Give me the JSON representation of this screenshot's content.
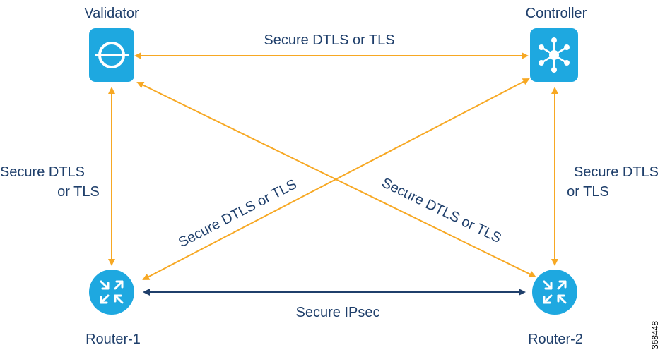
{
  "nodes": {
    "validator": {
      "label": "Validator",
      "icon": "validator-icon"
    },
    "controller": {
      "label": "Controller",
      "icon": "controller-hub-icon"
    },
    "router1": {
      "label": "Router-1",
      "icon": "router-icon"
    },
    "router2": {
      "label": "Router-2",
      "icon": "router-icon"
    }
  },
  "links": {
    "validator_controller": "Secure DTLS or TLS",
    "validator_router1_line1": "Secure DTLS",
    "validator_router1_line2": "or TLS",
    "controller_router2_line1": "Secure DTLS",
    "controller_router2_line2": "or TLS",
    "router1_controller": "Secure DTLS or TLS",
    "validator_router2": "Secure DTLS or TLS",
    "router1_router2": "Secure IPsec"
  },
  "figure_id": "368448",
  "colors": {
    "icon_blue": "#1ea8e0",
    "tls_arrow": "#f7a823",
    "ipsec_arrow": "#1f3f6b",
    "label_text": "#1f3f6b"
  }
}
